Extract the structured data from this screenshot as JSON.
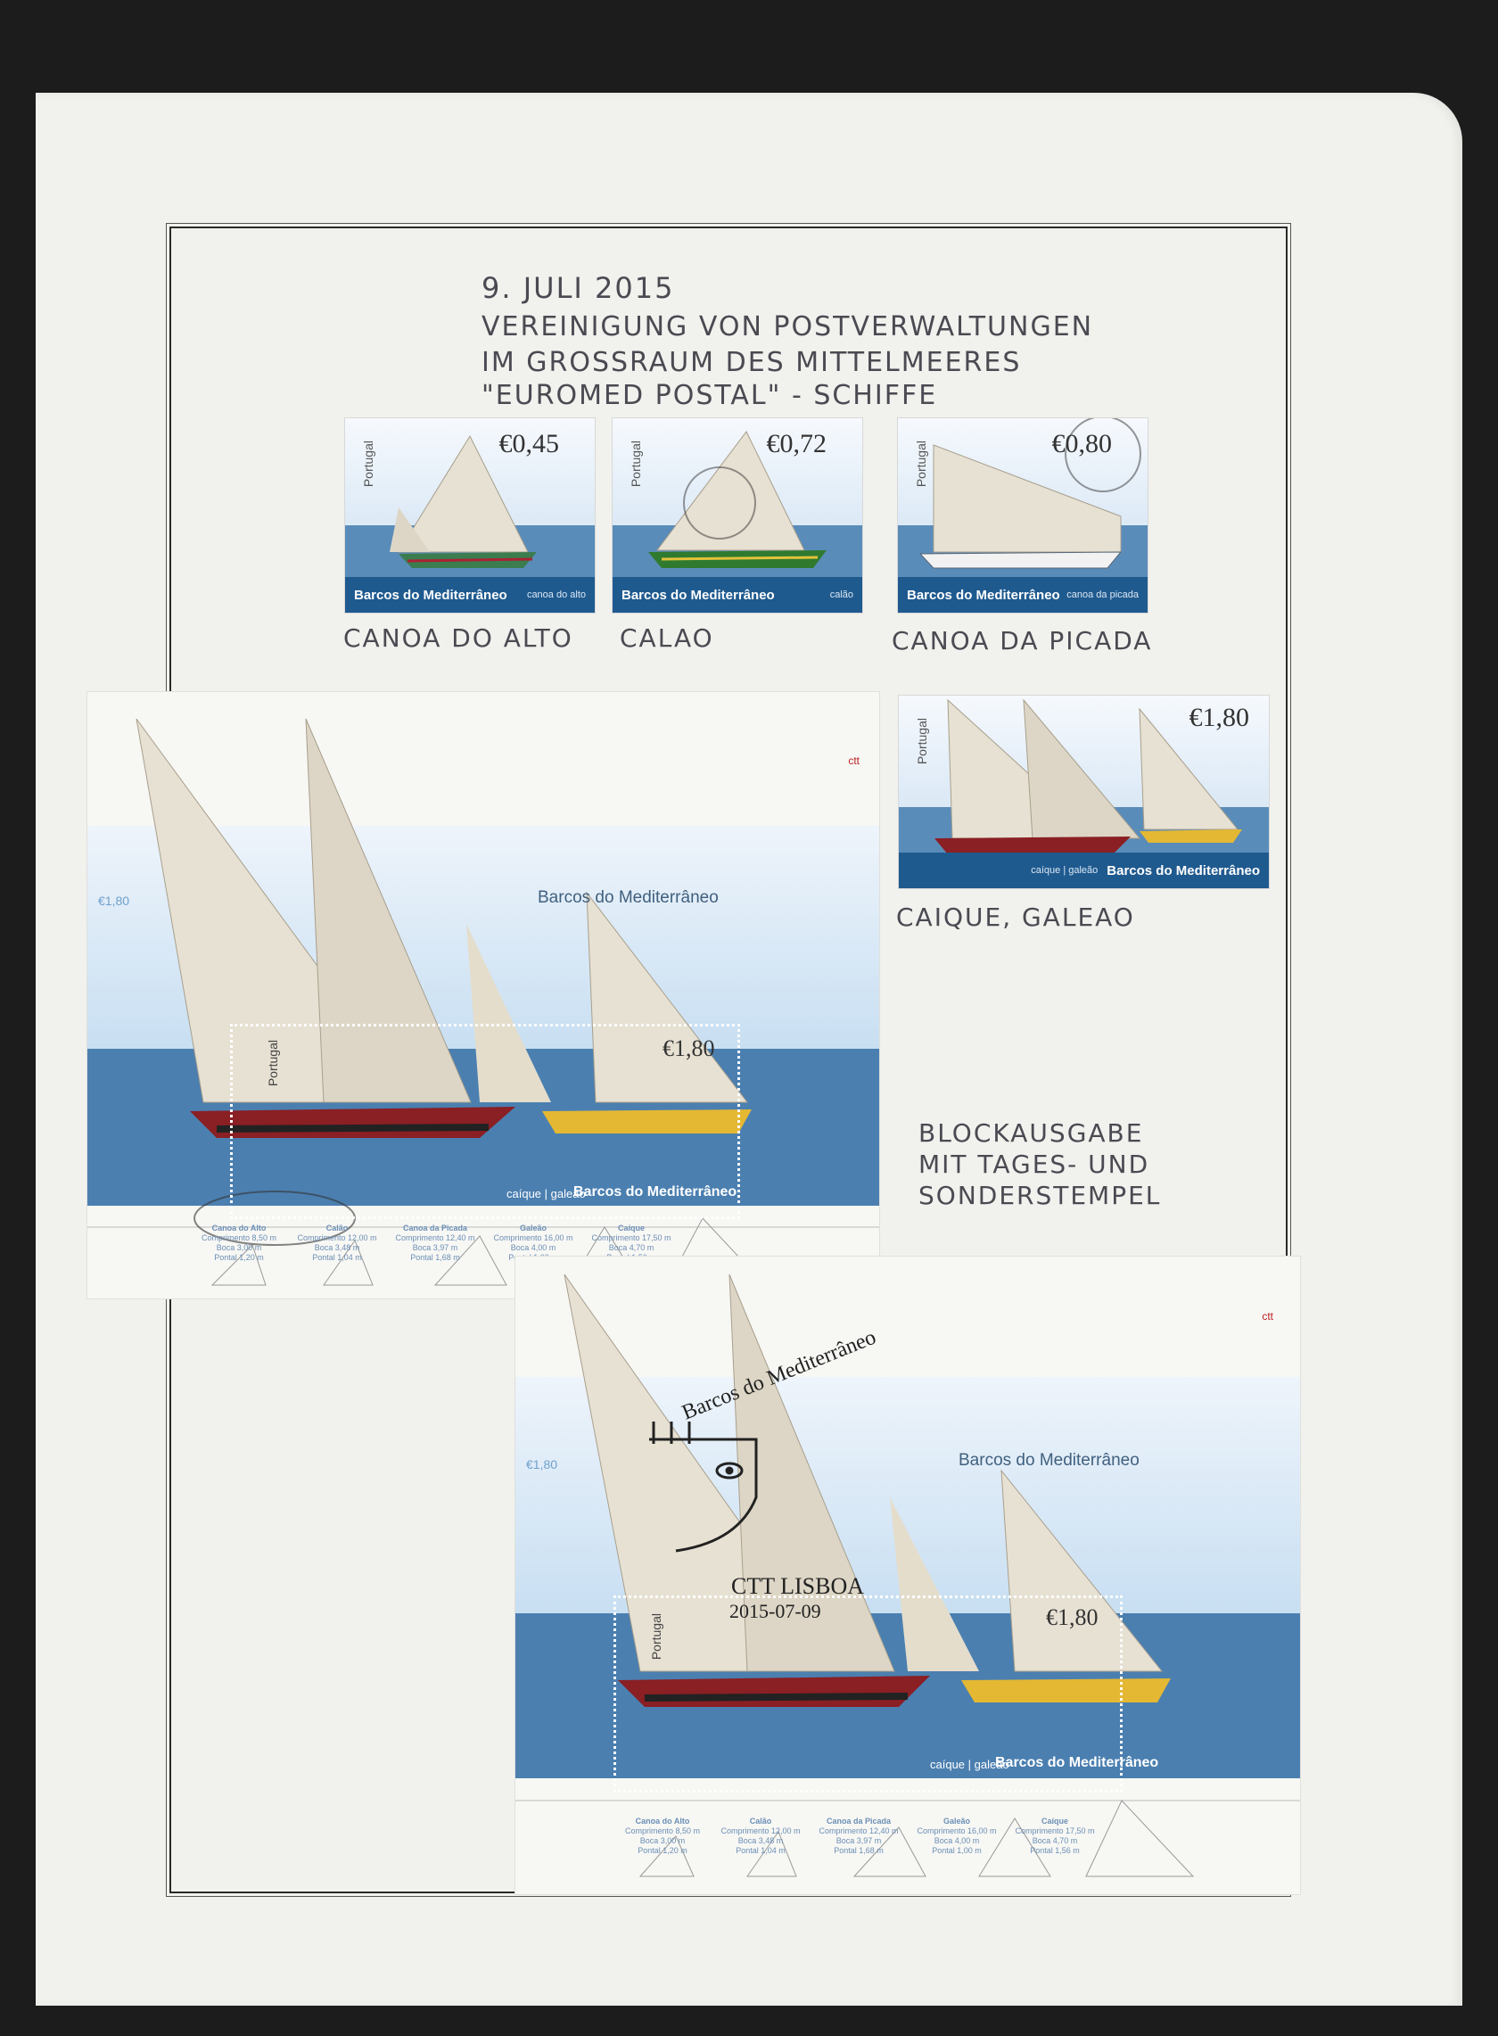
{
  "notes": {
    "date": "9. JULI 2015",
    "line1": "VEREINIGUNG VON POSTVERWALTUNGEN",
    "line2": "IM GROSSRAUM DES MITTELMEERES",
    "line3": "\"EUROMED POSTAL\" - SCHIFFE",
    "label_alto": "CANOA DO ALTO",
    "label_calao": "CALAO",
    "label_picada": "CANOA DA PICADA",
    "label_caique": "CAIQUE, GALEAO",
    "block_note1": "BLOCKAUSGABE",
    "block_note2": "MIT TAGES- UND",
    "block_note3": "SONDERSTEMPEL"
  },
  "stamps": [
    {
      "country": "Portugal",
      "value": "€0,45",
      "series": "Barcos do Mediterrâneo",
      "boat": "canoa do alto"
    },
    {
      "country": "Portugal",
      "value": "€0,72",
      "series": "Barcos do Mediterrâneo",
      "boat": "calão"
    },
    {
      "country": "Portugal",
      "value": "€0,80",
      "series": "Barcos do Mediterrâneo",
      "boat": "canoa da picada"
    },
    {
      "country": "Portugal",
      "value": "€1,80",
      "series": "Barcos do Mediterrâneo",
      "boat": "caíque | galeão"
    }
  ],
  "sheet": {
    "title": "Barcos do Mediterrâneo",
    "value": "€1,80",
    "ctt": "ctt",
    "inner_country": "Portugal",
    "inner_value": "€1,80",
    "inner_series": "Barcos do Mediterrâneo",
    "inner_boat": "caíque | galeão",
    "specs": [
      {
        "name": "Canoa do Alto",
        "l1": "Comprimento 8,50 m",
        "l2": "Boca 3,00 m",
        "l3": "Pontal 1,20 m"
      },
      {
        "name": "Calão",
        "l1": "Comprimento 12,00 m",
        "l2": "Boca 3,48 m",
        "l3": "Pontal 1,04 m"
      },
      {
        "name": "Canoa da Picada",
        "l1": "Comprimento 12,40 m",
        "l2": "Boca 3,97 m",
        "l3": "Pontal 1,68 m"
      },
      {
        "name": "Galeão",
        "l1": "Comprimento 16,00 m",
        "l2": "Boca 4,00 m",
        "l3": "Pontal 1,00 m"
      },
      {
        "name": "Caíque",
        "l1": "Comprimento 17,50 m",
        "l2": "Boca 4,70 m",
        "l3": "Pontal 1,56 m"
      }
    ]
  },
  "postmark": {
    "arc": "Barcos do Mediterrâneo",
    "place": "CTT LISBOA",
    "date": "2015-07-09"
  }
}
